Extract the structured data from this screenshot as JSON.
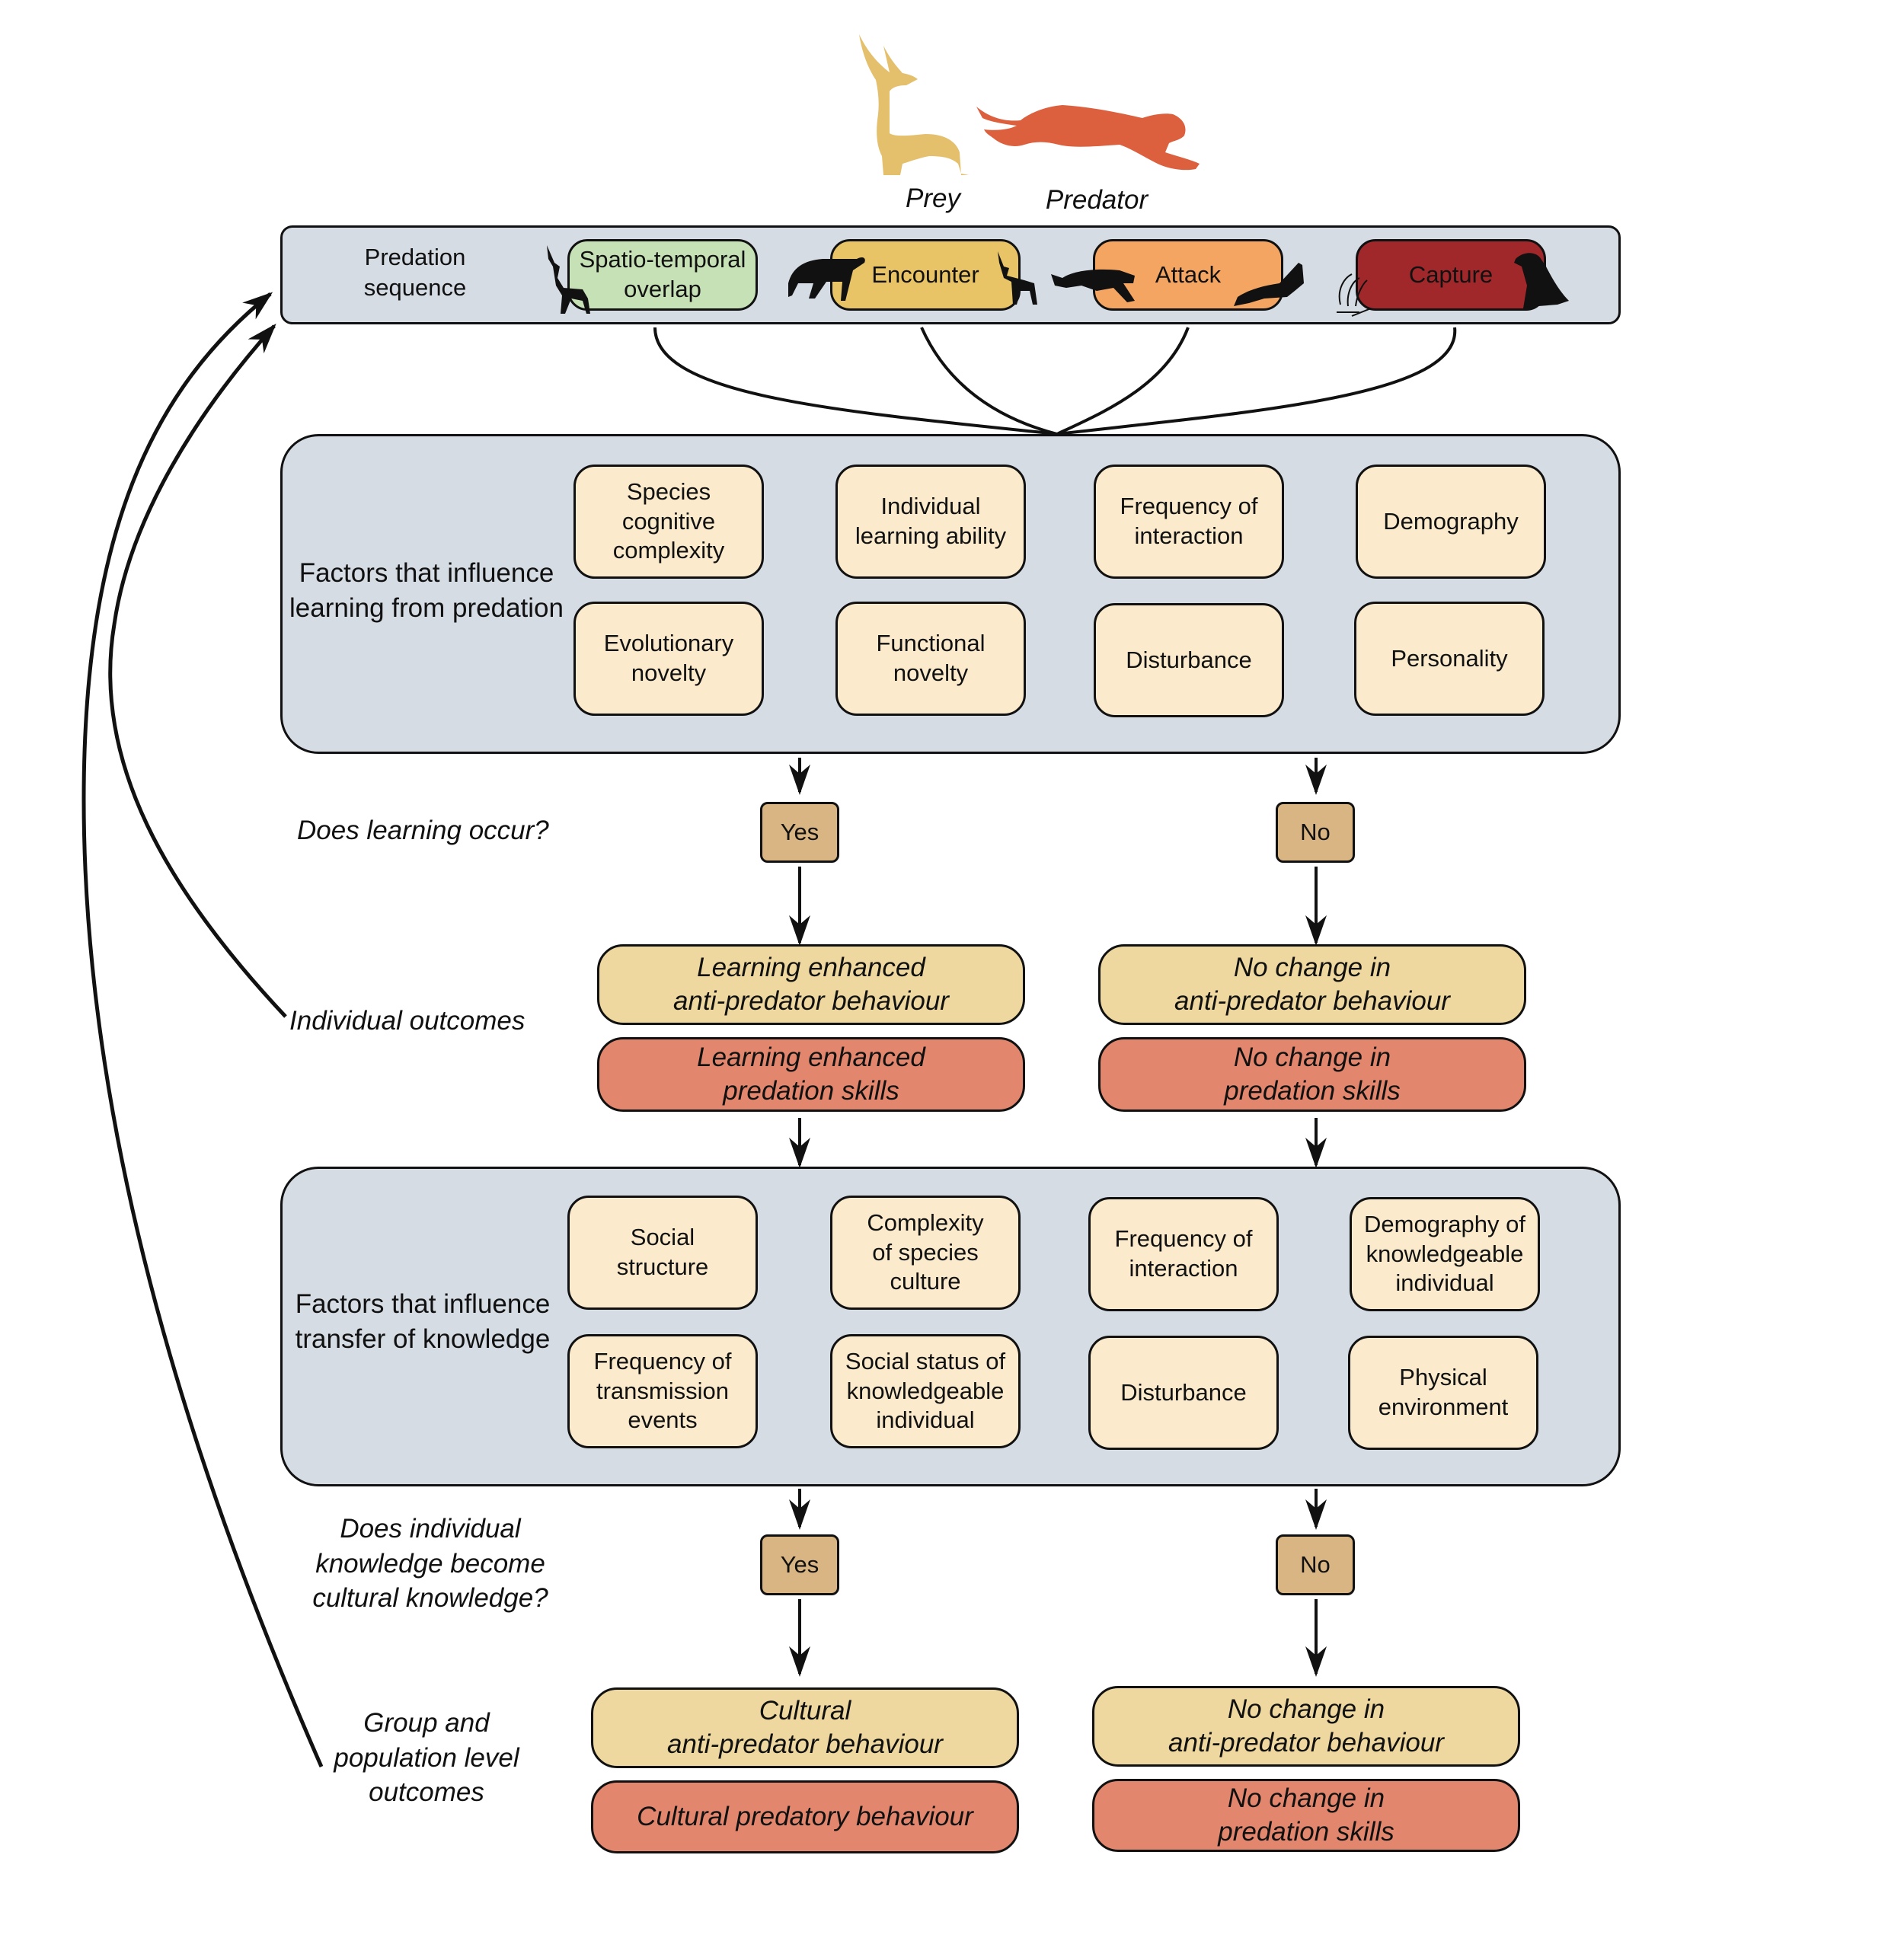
{
  "header": {
    "prey_label": "Prey",
    "predator_label": "Predator",
    "prey_icon": "gazelle-silhouette-icon",
    "predator_icon": "cheetah-silhouette-icon"
  },
  "colors": {
    "panel_bg": "#d5dce4",
    "factor_bg": "#fbebcc",
    "decision_bg": "#dab584",
    "outcome_prey_bg": "#eed89f",
    "outcome_predator_bg": "#e2866e",
    "prey": "#e4bf6c",
    "predator": "#dc5f3e",
    "stage_overlap": "#c6e1b6",
    "stage_encounter": "#e8c466",
    "stage_attack": "#f4a562",
    "stage_capture": "#a0282b"
  },
  "predation_sequence": {
    "label": "Predation\nsequence",
    "stages": [
      {
        "label": "Spatio-temporal\noverlap",
        "icons": [
          "gazelle-icon"
        ]
      },
      {
        "label": "Encounter",
        "icons": [
          "cheetah-standing-icon",
          "gazelle-icon"
        ]
      },
      {
        "label": "Attack",
        "icons": [
          "cheetah-running-icon",
          "gazelle-leaping-icon"
        ]
      },
      {
        "label": "Capture",
        "icons": [
          "grass-bones-icon",
          "cheetah-sitting-icon"
        ]
      }
    ]
  },
  "learning_factors": {
    "label": "Factors that influence\nlearning from predation",
    "items": [
      "Species\ncognitive\ncomplexity",
      "Individual\nlearning ability",
      "Frequency of\ninteraction",
      "Demography",
      "Evolutionary\nnovelty",
      "Functional\nnovelty",
      "Disturbance",
      "Personality"
    ]
  },
  "learning_decision": {
    "question": "Does learning occur?",
    "yes": "Yes",
    "no": "No"
  },
  "individual_outcomes": {
    "label": "Individual outcomes",
    "yes_prey": "Learning enhanced\nanti-predator behaviour",
    "yes_predator": "Learning enhanced\npredation skills",
    "no_prey": "No change in\nanti-predator behaviour",
    "no_predator": "No change in\npredation skills"
  },
  "transfer_factors": {
    "label": "Factors that influence\ntransfer of knowledge",
    "items": [
      "Social\nstructure",
      "Complexity\nof species\nculture",
      "Frequency of\ninteraction",
      "Demography of\nknowledgeable\nindividual",
      "Frequency of\ntransmission\nevents",
      "Social status of\nknowledgeable\nindividual",
      "Disturbance",
      "Physical\nenvironment"
    ]
  },
  "culture_decision": {
    "question": "Does individual\nknowledge become\ncultural knowledge?",
    "yes": "Yes",
    "no": "No"
  },
  "group_outcomes": {
    "label": "Group and\npopulation level\noutcomes",
    "yes_prey": "Cultural\nanti-predator behaviour",
    "yes_predator": "Cultural predatory behaviour",
    "no_prey": "No change in\nanti-predator behaviour",
    "no_predator": "No change in\npredation skills"
  }
}
